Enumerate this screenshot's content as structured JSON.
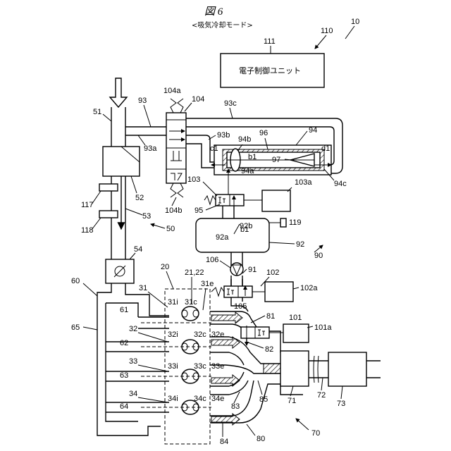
{
  "figure": {
    "title": "図 6",
    "subtitle": "<吸気冷却モード>"
  },
  "ecu": {
    "ref": "111",
    "label": "電子制御ユニット",
    "system_ref": "110",
    "overall_ref": "10"
  },
  "labels": {
    "l51": "51",
    "l93": "93",
    "l93a": "93a",
    "l93b": "93b",
    "l93c": "93c",
    "l104": "104",
    "l104a": "104a",
    "l104b": "104b",
    "l94": "94",
    "l94a": "94a",
    "l94b": "94b",
    "l94c": "94c",
    "l96": "96",
    "l97": "97",
    "lb1a": "b1",
    "lb1b": "b1",
    "lc1": "c1",
    "ld1": "d1",
    "l103": "103",
    "l103a": "103a",
    "l95": "95",
    "l92a": "92a",
    "l92b": "92b",
    "l119": "119",
    "l92": "92",
    "l90": "90",
    "l117": "117",
    "l118": "118",
    "l52": "52",
    "l53": "53",
    "l50": "50",
    "l54": "54",
    "l106": "106",
    "l91": "91",
    "l102": "102",
    "l102a": "102a",
    "l20": "20",
    "l2122": "21,22",
    "l60": "60",
    "l65": "65",
    "l31": "31",
    "l31i": "31i",
    "l31c": "31c",
    "l31e": "31e",
    "l61": "61",
    "l105": "105",
    "l81": "81",
    "l101": "101",
    "l101a": "101a",
    "l32": "32",
    "l32i": "32i",
    "l32c": "32c",
    "l32e": "32e",
    "l62": "62",
    "l82": "82",
    "l33": "33",
    "l33i": "33i",
    "l33c": "33c",
    "l33e": "33e",
    "l63": "63",
    "l34": "34",
    "l34i": "34i",
    "l34c": "34c",
    "l34e": "34e",
    "l64": "64",
    "l83": "83",
    "l84": "84",
    "l85": "85",
    "l80": "80",
    "l71": "71",
    "l72": "72",
    "l73": "73",
    "l70": "70"
  }
}
